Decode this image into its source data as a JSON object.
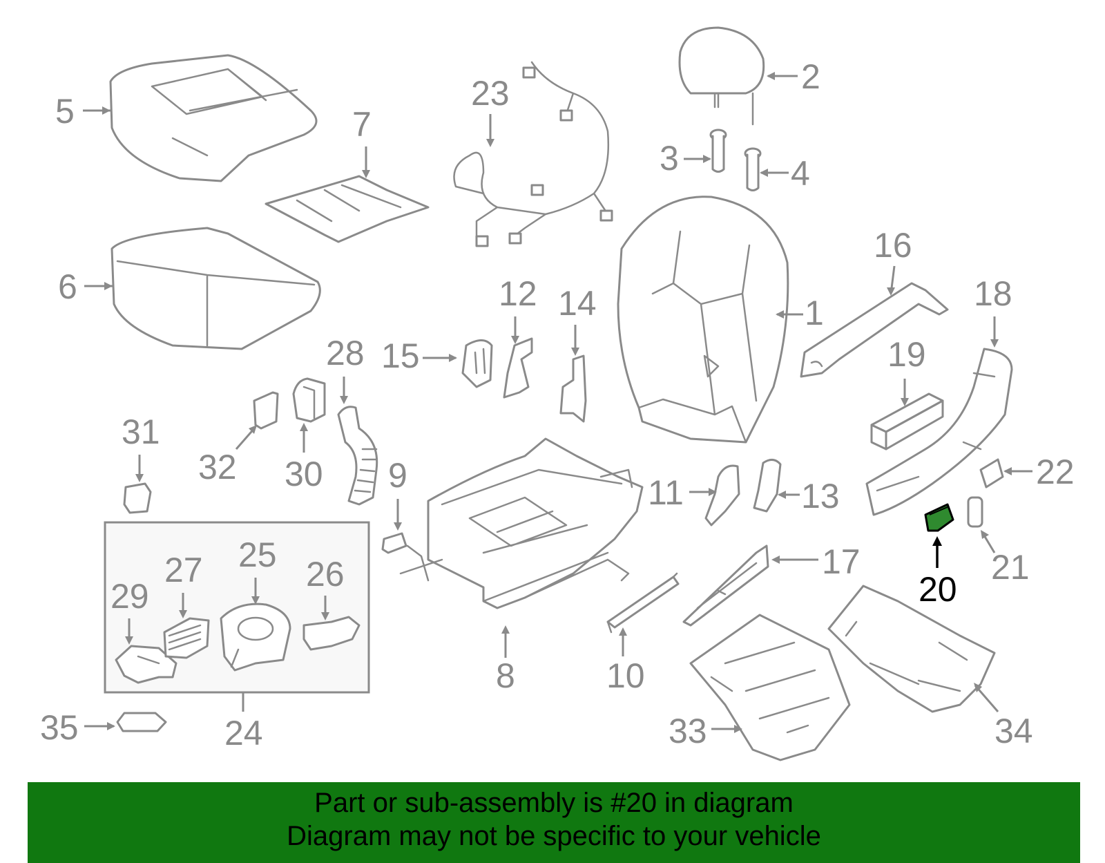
{
  "diagram": {
    "highlight_color": "#2f8a2f",
    "line_color": "#8a8a8a",
    "labels": {
      "p1": "1",
      "p2": "2",
      "p3": "3",
      "p4": "4",
      "p5": "5",
      "p6": "6",
      "p7": "7",
      "p8": "8",
      "p9": "9",
      "p10": "10",
      "p11": "11",
      "p12": "12",
      "p13": "13",
      "p14": "14",
      "p15": "15",
      "p16": "16",
      "p17": "17",
      "p18": "18",
      "p19": "19",
      "p20": "20",
      "p21": "21",
      "p22": "22",
      "p23": "23",
      "p24": "24",
      "p25": "25",
      "p26": "26",
      "p27": "27",
      "p28": "28",
      "p29": "29",
      "p30": "30",
      "p31": "31",
      "p32": "32",
      "p33": "33",
      "p34": "34",
      "p35": "35"
    }
  },
  "footer": {
    "color": "#107810",
    "line1": "Part or sub-assembly is #20 in diagram",
    "line2": "Diagram may not be specific to your vehicle"
  }
}
